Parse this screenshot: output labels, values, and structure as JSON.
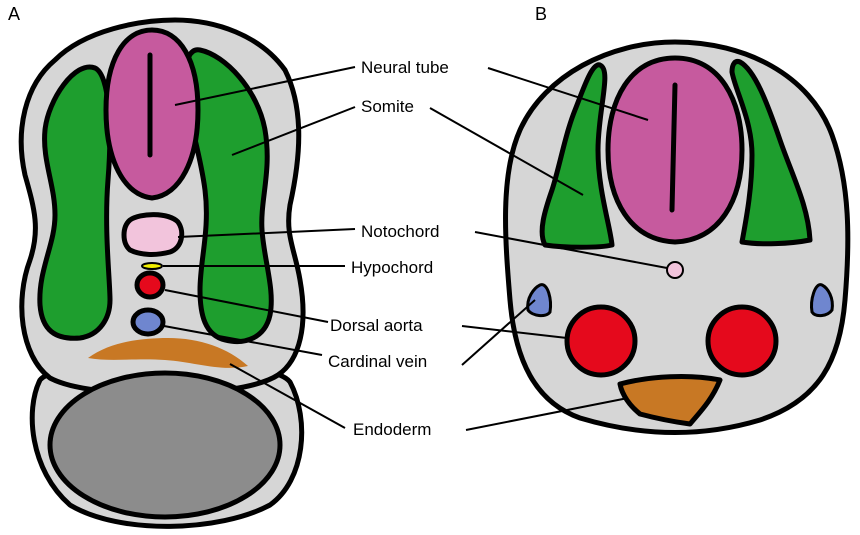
{
  "panels": {
    "a": "A",
    "b": "B"
  },
  "labels": {
    "neural_tube": "Neural tube",
    "somite": "Somite",
    "notochord": "Notochord",
    "hypochord": "Hypochord",
    "dorsal_aorta": "Dorsal aorta",
    "cardinal_vein": "Cardinal vein",
    "endoderm": "Endoderm"
  },
  "colors": {
    "body": "#d6d6d6",
    "neural_tube": "#c65a9e",
    "somite": "#1e9e2e",
    "notochord": "#f2c4dc",
    "hypochord": "#f2f000",
    "dorsal_aorta": "#e5091c",
    "cardinal_vein": "#6f86cf",
    "endoderm": "#c87824",
    "yolk": "#8c8c8c"
  }
}
